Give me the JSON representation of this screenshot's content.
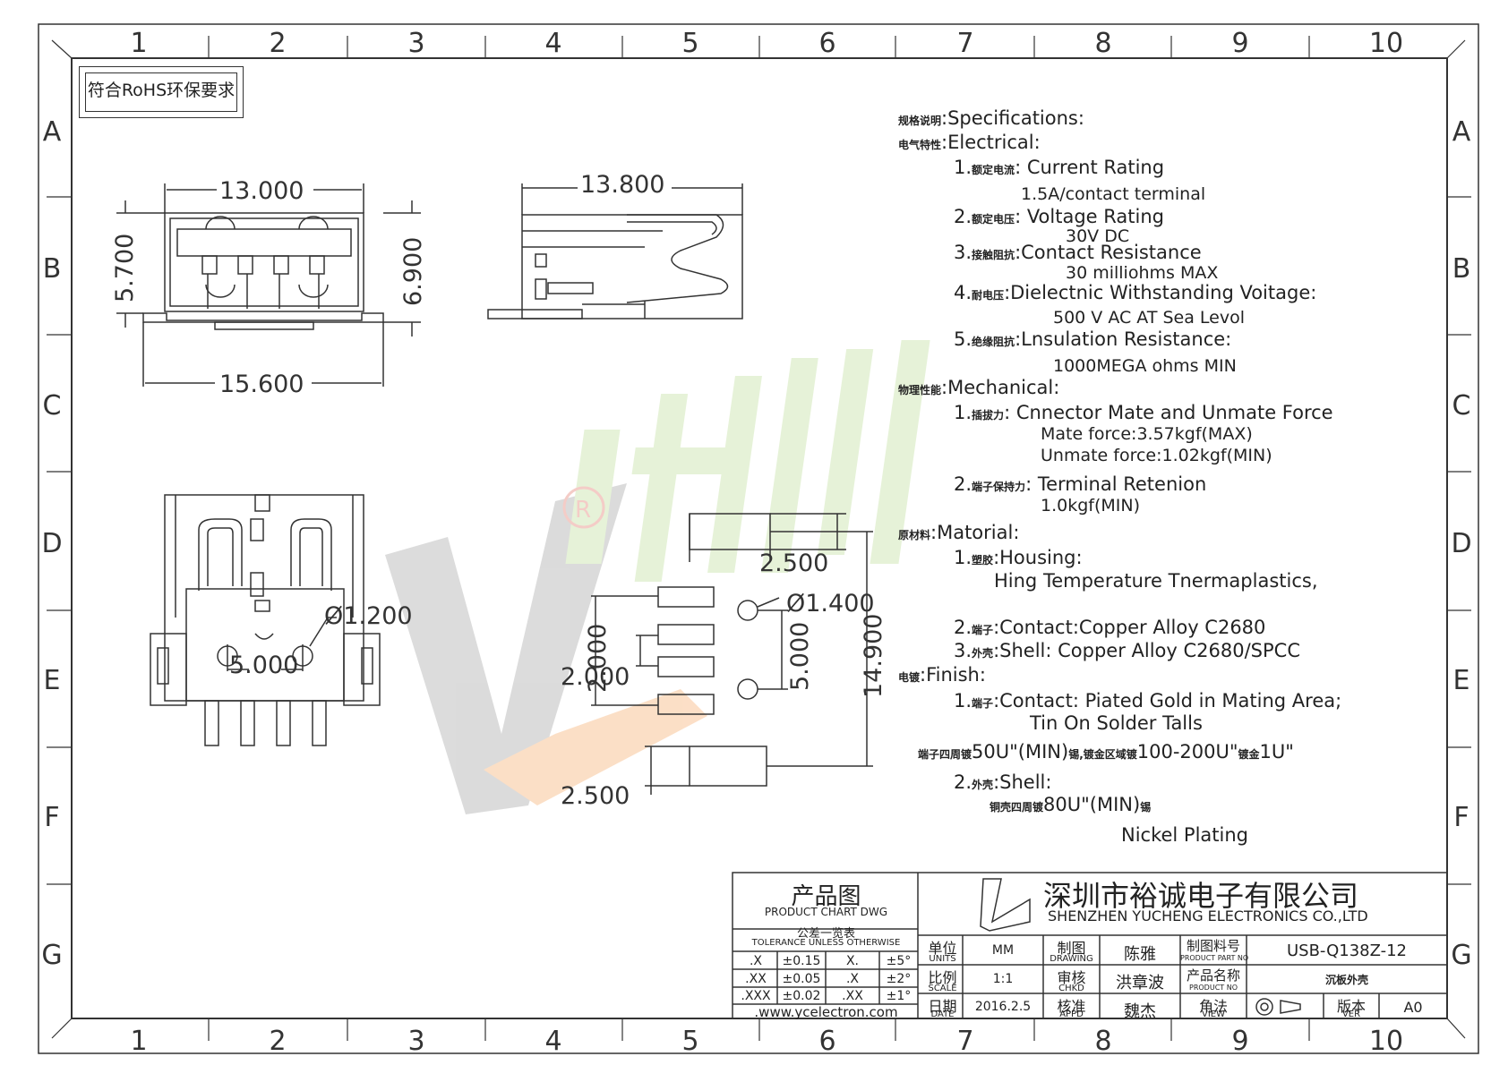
{
  "compliance_note": "符合RoHS环保要求",
  "grid": {
    "columns": [
      "1",
      "2",
      "3",
      "4",
      "5",
      "6",
      "7",
      "8",
      "9",
      "10"
    ],
    "rows": [
      "A",
      "B",
      "C",
      "D",
      "E",
      "F",
      "G"
    ]
  },
  "dimensions": {
    "front_width": "13.000",
    "front_height": "5.700",
    "front_total_height": "6.900",
    "front_base_width": "15.600",
    "side_length": "13.800",
    "hole_diameter": "Ø1.200",
    "hole_pitch": "5.000",
    "pad_width_top": "2.500",
    "pad_hole_diameter": "Ø1.400",
    "pad_pitch_a": "2.000",
    "pad_pitch_b": "2.000",
    "pad_hole_pitch": "5.000",
    "pad_total_length": "14.900",
    "pad_width_bottom": "2.500"
  },
  "specs": {
    "heading_cn": "规格说明",
    "heading": ":Specifications:",
    "electrical_cn": "电气特性",
    "electrical": ":Electrical:",
    "e1_num": "1.",
    "e1_cn": "额定电流",
    "e1": ": Current Rating",
    "e1_val": "1.5A/contact terminal",
    "e2_num": "2.",
    "e2_cn": "额定电压",
    "e2": ": Voltage Rating",
    "e2_val": "30V DC",
    "e3_num": "3.",
    "e3_cn": "接触阻抗",
    "e3": ":Contact Resistance",
    "e3_val": "30 milliohms MAX",
    "e4_num": "4.",
    "e4_cn": "耐电压",
    "e4": ":Dielectnic Withstanding Voitage:",
    "e4_val": "500 V AC AT Sea Levol",
    "e5_num": "5.",
    "e5_cn": "绝缘阻抗",
    "e5": ":Lnsulation Resistance:",
    "e5_val": "1000MEGA ohms MIN",
    "mechanical_cn": "物理性能",
    "mechanical": ":Mechanical:",
    "m1_num": "1.",
    "m1_cn": "插拔力",
    "m1": ": Cnnector Mate and Unmate Force",
    "m1_val1": "Mate force:3.57kgf(MAX)",
    "m1_val2": "Unmate force:1.02kgf(MIN)",
    "m2_num": "2.",
    "m2_cn": "端子保持力",
    "m2": ": Terminal Retenion",
    "m2_val": "1.0kgf(MIN)",
    "material_cn": "原材料",
    "material": ":Matorial:",
    "t1_num": "1.",
    "t1_cn": "塑胶",
    "t1": ":Housing:",
    "t1_val": "Hing Temperature  Tnermaplastics,",
    "t2_num": "2.",
    "t2_cn": "端子",
    "t2": ":Contact:Copper Alloy C2680",
    "t3_num": "3.",
    "t3_cn": "外壳",
    "t3": ":Shell: Copper Alloy C2680/SPCC",
    "finish_cn": "电镀",
    "finish": ":Finish:",
    "f1_num": "1.",
    "f1_cn": "端子",
    "f1": ":Contact: Piated Gold in Mating Area;",
    "f1_val": "Tin On Solder Talls",
    "f1_plating_cn1": "端子四周镀",
    "f1_plating_a": "50U\"(MIN)",
    "f1_plating_cn2": "锡,镀金区域镀",
    "f1_plating_b": "100-200U\"",
    "f1_plating_cn3": "镀金",
    "f1_plating_c": "1U\"",
    "f2_num": "2.",
    "f2_cn": "外壳",
    "f2": ":Shell:",
    "f2_plating_cn1": "铜壳四周镀",
    "f2_plating_a": "80U\"(MIN)",
    "f2_plating_cn2": "锡",
    "f2_val": "Nickel Plating"
  },
  "title_block": {
    "chart_title_cn": "产品图",
    "chart_title_en": "PRODUCT CHART DWG",
    "tolerance_cn": "公差一览表",
    "tolerance_en": "TOLERANCE UNLESS OTHERWISE",
    "tolerance_rows": [
      {
        "fmt": ".X",
        "tol": "±0.15",
        "ang": "X.",
        "angtol": "±5°"
      },
      {
        "fmt": ".XX",
        "tol": "±0.05",
        "ang": ".X",
        "angtol": "±2°"
      },
      {
        "fmt": ".XXX",
        "tol": "±0.02",
        "ang": ".XX",
        "angtol": "±1°"
      }
    ],
    "website": ".www.ycelectron.com",
    "company_cn": "深圳市裕诚电子有限公司",
    "company_en": "SHENZHEN YUCHENG ELECTRONICS CO.,LTD",
    "units_cn": "单位",
    "units_en": "UNITS",
    "units_val": "MM",
    "drawing_cn": "制图",
    "drawing_en": "DRAWING",
    "drawing_val": "陈雅",
    "part_no_cn": "制图料号",
    "part_no_en": "PRODUCT PART NO",
    "part_no_val": "USB-Q138Z-12",
    "scale_cn": "比例",
    "scale_en": "SCALE",
    "scale_val": "1:1",
    "chkd_cn": "审核",
    "chkd_en": "CHKD",
    "chkd_val": "洪章波",
    "prod_name_cn": "产品名称",
    "prod_name_en": "PRODUCT NO",
    "prod_name_val": "沉板外壳",
    "date_cn": "日期",
    "date_en": "DATE",
    "date_val": "2016.2.5",
    "appd_cn": "核准",
    "appd_en": "APPD",
    "appd_val": "魏杰",
    "view_cn": "角法",
    "view_en": "VIEW",
    "ver_cn": "版本",
    "ver_en": "VER",
    "ver_val": "A0"
  }
}
